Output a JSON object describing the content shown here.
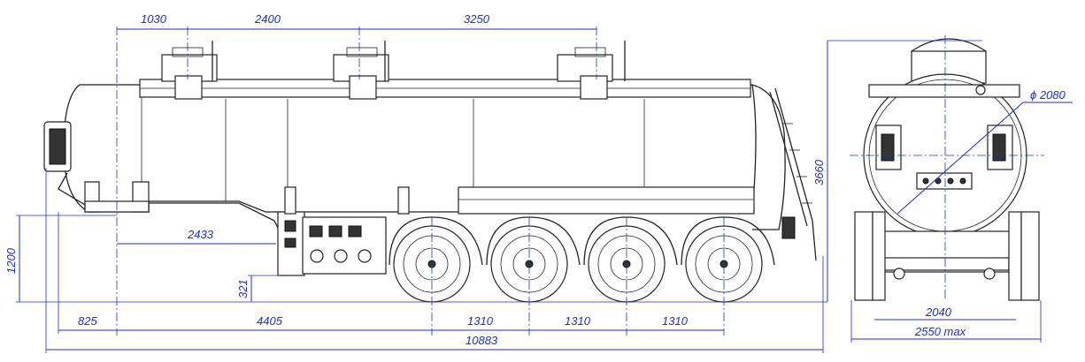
{
  "dimensions": {
    "top": [
      "1030",
      "2400",
      "3250"
    ],
    "overhang_front": "825",
    "kingpin_to_axle": "4405",
    "axle_spacing": [
      "1310",
      "1310",
      "1310"
    ],
    "overall_length": "10883",
    "kingpin_offset": "2433",
    "height_left": "1200",
    "ground_clearance": "321",
    "overall_height": "3660",
    "tank_diameter": "ϕ 2080",
    "track_width": "2040",
    "overall_width": "2550 max"
  },
  "colors": {
    "dimension_lines": "#1e2fcf",
    "drawing_lines": "#222222"
  }
}
